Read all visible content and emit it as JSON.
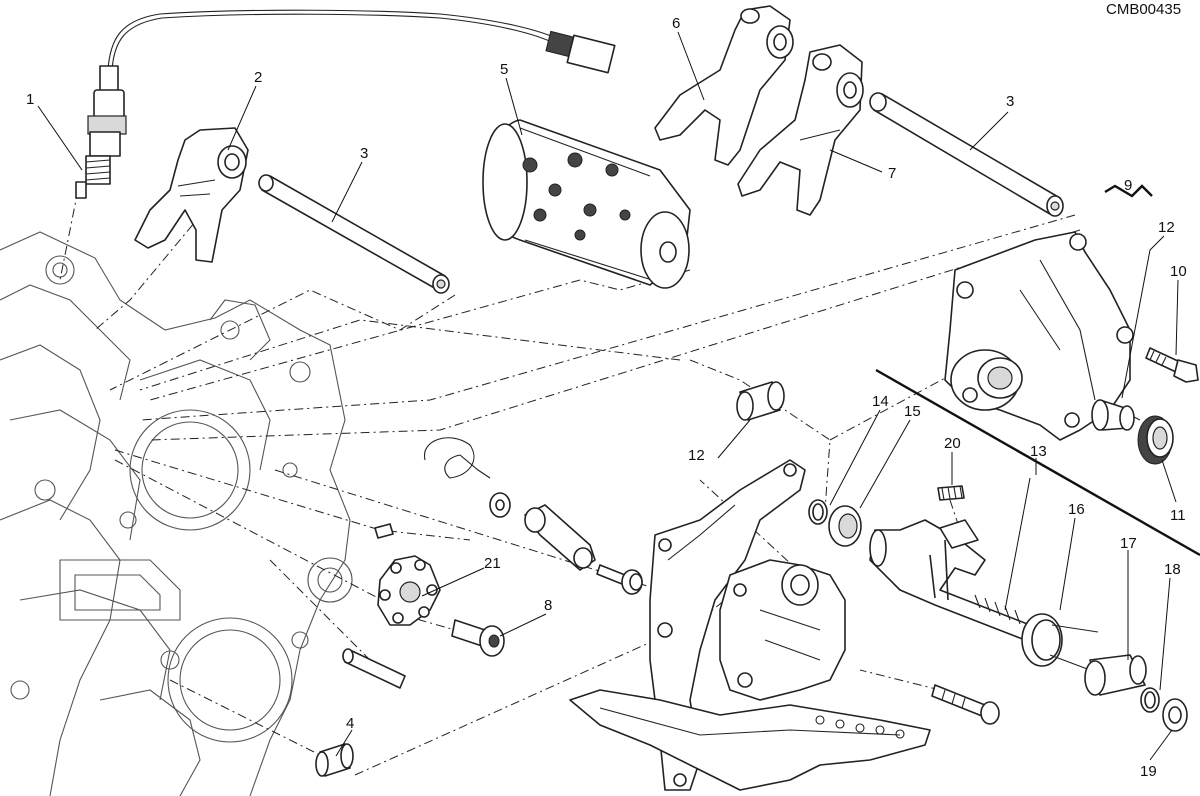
{
  "drawing_code": "CMB00435",
  "callouts": {
    "c1": "1",
    "c2": "2",
    "c3a": "3",
    "c3b": "3",
    "c4": "4",
    "c5": "5",
    "c6": "6",
    "c7": "7",
    "c8": "8",
    "c9": "9",
    "c10": "10",
    "c11": "11",
    "c12a": "12",
    "c12b": "12",
    "c13": "13",
    "c14": "14",
    "c15": "15",
    "c16": "16",
    "c17": "17",
    "c18": "18",
    "c19": "19",
    "c20": "20",
    "c21": "21"
  }
}
